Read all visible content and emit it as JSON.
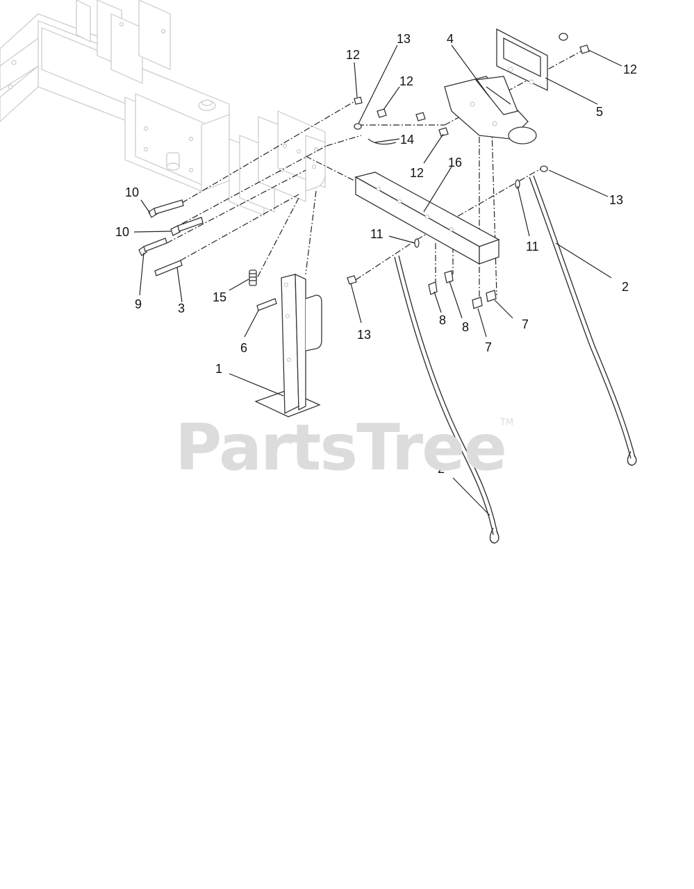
{
  "diagram": {
    "callouts": {
      "c1": "1",
      "c2a": "2",
      "c2b": "2",
      "c3": "3",
      "c4": "4",
      "c5": "5",
      "c6": "6",
      "c7a": "7",
      "c7b": "7",
      "c8a": "8",
      "c8b": "8",
      "c9": "9",
      "c10a": "10",
      "c10b": "10",
      "c11a": "11",
      "c11b": "11",
      "c12a": "12",
      "c12b": "12",
      "c12c": "12",
      "c12d": "12",
      "c13a": "13",
      "c13b": "13",
      "c13c": "13",
      "c14": "14",
      "c15": "15",
      "c16": "16"
    },
    "watermark": {
      "text": "PartsTree",
      "trademark": "TM"
    }
  }
}
